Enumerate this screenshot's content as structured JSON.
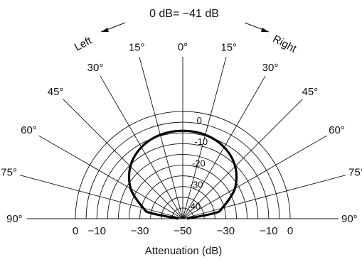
{
  "chart_data": {
    "type": "polar",
    "title": "0 dB= −41 dB",
    "xlabel": "Attenuation (dB)",
    "direction_labels": {
      "left": "Left",
      "right": "Right"
    },
    "radial_axis": {
      "range": [
        -50,
        0
      ],
      "ring_step": 5,
      "inner_labels": [
        "0",
        "-10",
        "-20",
        "-30",
        "-40"
      ],
      "inner_label_values": [
        0,
        -10,
        -20,
        -30,
        -40
      ],
      "baseline_labels": [
        "0",
        "−10",
        "−30",
        "−50",
        "−30",
        "−10",
        "0"
      ],
      "baseline_label_values": [
        0,
        -10,
        -30,
        -50,
        -30,
        -10,
        0
      ]
    },
    "angles": [
      -90,
      -75,
      -60,
      -45,
      -30,
      -15,
      0,
      15,
      30,
      45,
      60,
      75,
      90
    ],
    "angle_labels": [
      "90°",
      "75°",
      "60°",
      "45°",
      "30°",
      "15°",
      "0°",
      "15°",
      "30°",
      "45°",
      "60°",
      "75°",
      "90°"
    ],
    "series": [
      {
        "angles": [
          -90,
          -80,
          -75,
          -60,
          -45,
          -30,
          -15,
          0,
          15,
          30,
          45,
          60,
          75,
          80,
          90
        ],
        "values": [
          -48,
          -35,
          -31,
          -22,
          -15.5,
          -11.5,
          -9.5,
          -9,
          -9.5,
          -11.5,
          -15.5,
          -22,
          -31,
          -35,
          -48
        ]
      }
    ],
    "colors": {
      "line": "#111111",
      "curve": "#000000",
      "background": "#ffffff"
    }
  }
}
